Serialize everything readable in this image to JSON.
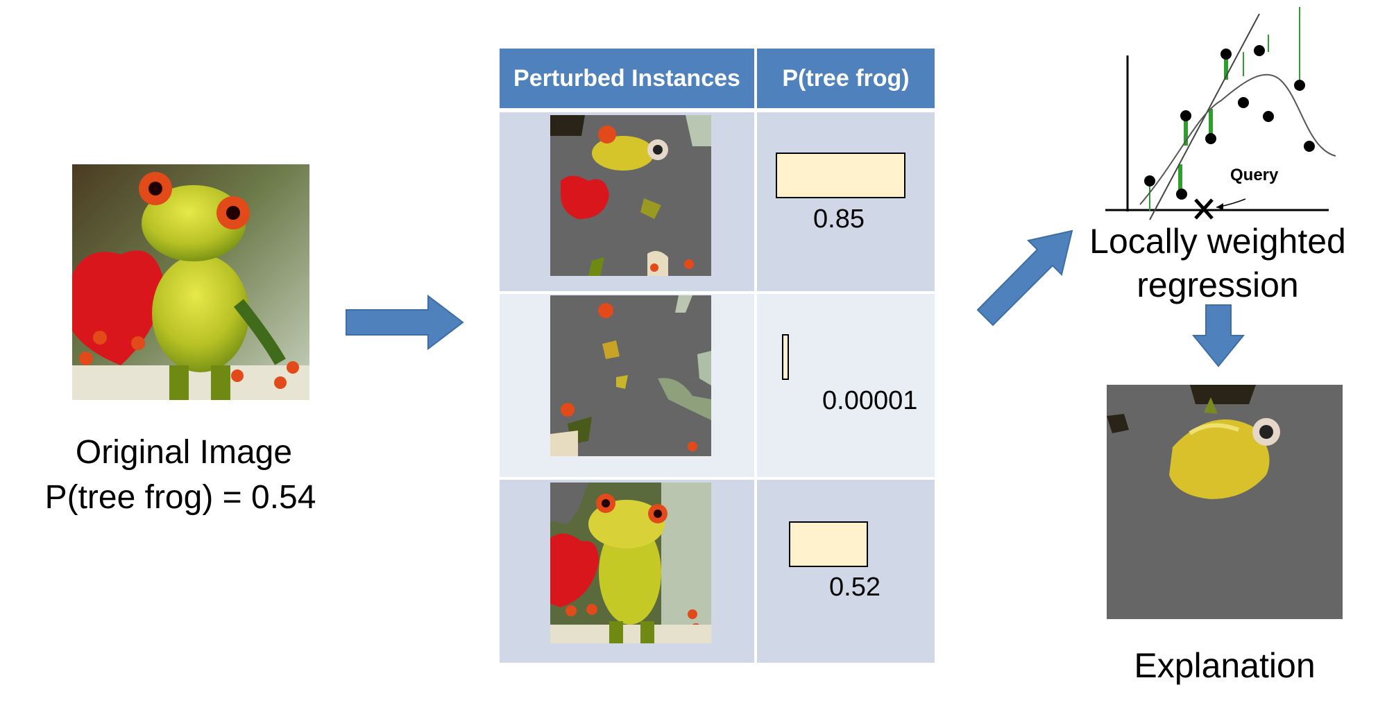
{
  "original": {
    "caption_line1": "Original Image",
    "caption_line2": "P(tree frog)  = 0.54"
  },
  "table": {
    "headers": [
      "Perturbed Instances",
      "P(tree frog)"
    ],
    "rows": [
      {
        "value_label": "0.85",
        "value": 0.85
      },
      {
        "value_label": "0.00001",
        "value": 1e-05
      },
      {
        "value_label": "0.52",
        "value": 0.52
      }
    ]
  },
  "regression": {
    "title_line1": "Locally weighted",
    "title_line2": "regression",
    "query_label": "Query"
  },
  "explanation": {
    "caption": "Explanation"
  },
  "colors": {
    "arrow": "#4F81BD",
    "header": "#4F81BD",
    "row_dark": "#D0D8E8",
    "row_light": "#E9EDF4",
    "bar_fill": "#FFF2CC",
    "mask_gray": "#666666",
    "residual_green": "#2E9E2E"
  }
}
